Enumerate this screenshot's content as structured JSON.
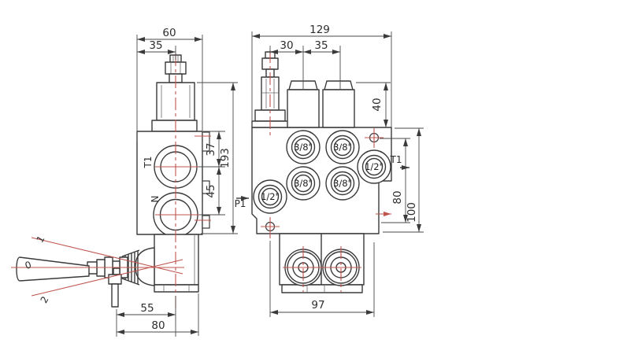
{
  "left": {
    "dim_width_total": "60",
    "dim_width_center": "35",
    "dim_height_total": "193",
    "dim_t1_offset": "37",
    "dim_t1_to_n": "45",
    "dim_lever_to_center": "55",
    "dim_base_width": "80",
    "port_t1": "T1",
    "port_n": "N",
    "lever_neutral": "0",
    "lever_pos1": "1",
    "lever_pos2": "2"
  },
  "right": {
    "dim_width_total": "129",
    "dim_relief_to_cap": "30",
    "dim_cap_spacing": "35",
    "dim_cap_height": "40",
    "dim_port_height": "80",
    "dim_body_height": "100",
    "dim_spool_spacing": "97",
    "port_work": "3/8\"",
    "port_main": "1/2\"",
    "label_t1": "T1",
    "label_p1": "P1"
  },
  "colors": {
    "line": "#3a3a3a",
    "centerline": "#c0544f",
    "background": "#ffffff"
  }
}
